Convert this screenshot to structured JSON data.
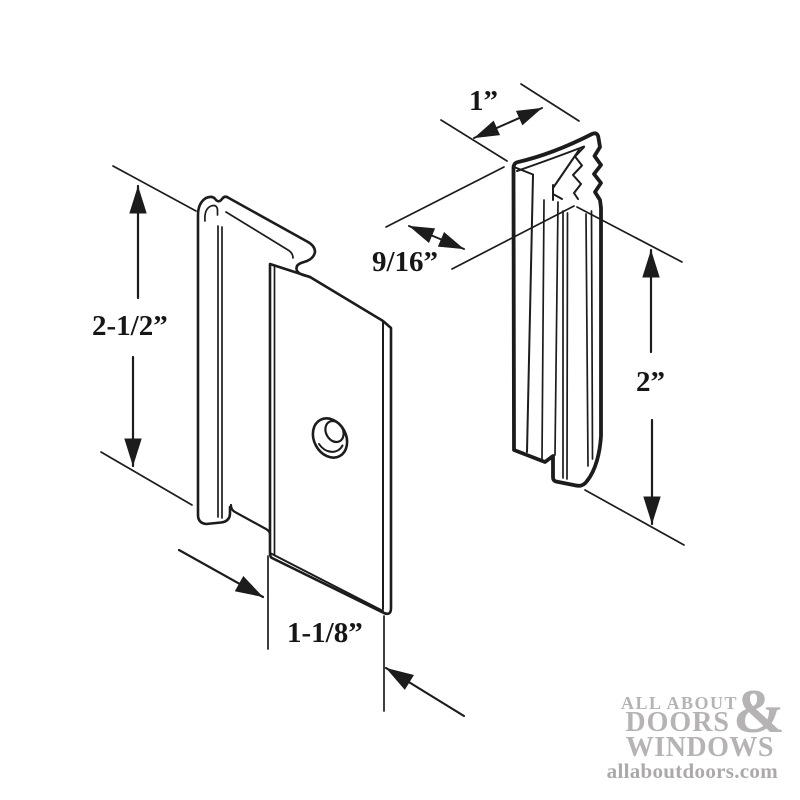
{
  "diagram": {
    "dimensions": {
      "left_height": "2-1/2”",
      "bottom_width": "1-1/8”",
      "top_depth": "1”",
      "side_depth": "9/16”",
      "right_height": "2”"
    }
  },
  "logo": {
    "line1": "ALL ABOUT",
    "ampersand": "&",
    "line2": "DOORS",
    "line3": "WINDOWS",
    "website": "allaboutdoors.com"
  },
  "colors": {
    "background": "#ffffff",
    "line": "#1c1c1c",
    "logo_gray": "#b5b3b3"
  }
}
